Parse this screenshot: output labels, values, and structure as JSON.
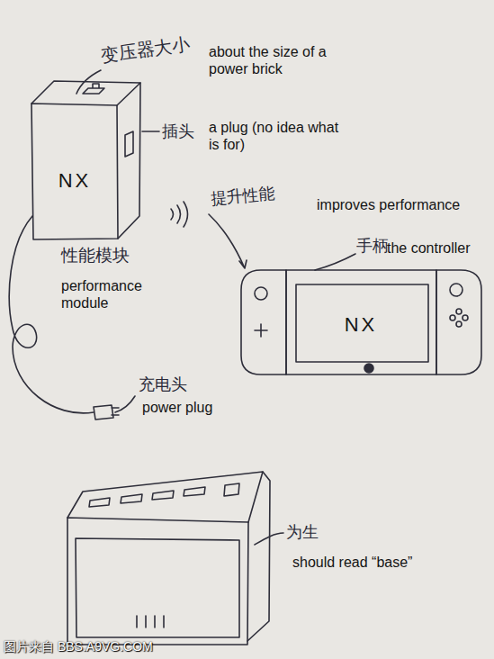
{
  "diagram": {
    "nodes": [
      {
        "text": [
          "NX",
          "性能模块",
          "performance module"
        ]
      },
      {
        "text": [
          "NX"
        ]
      }
    ],
    "labels": [
      "变压器大小",
      "about the size of a power brick",
      "插头",
      "a plug (no idea what is for)",
      "提升性能",
      "improves performance",
      "手柄",
      "the controller",
      "充电头",
      "power plug",
      "为生",
      "should read “base”",
      "图片来自 BBS.A9VG.COM"
    ]
  }
}
